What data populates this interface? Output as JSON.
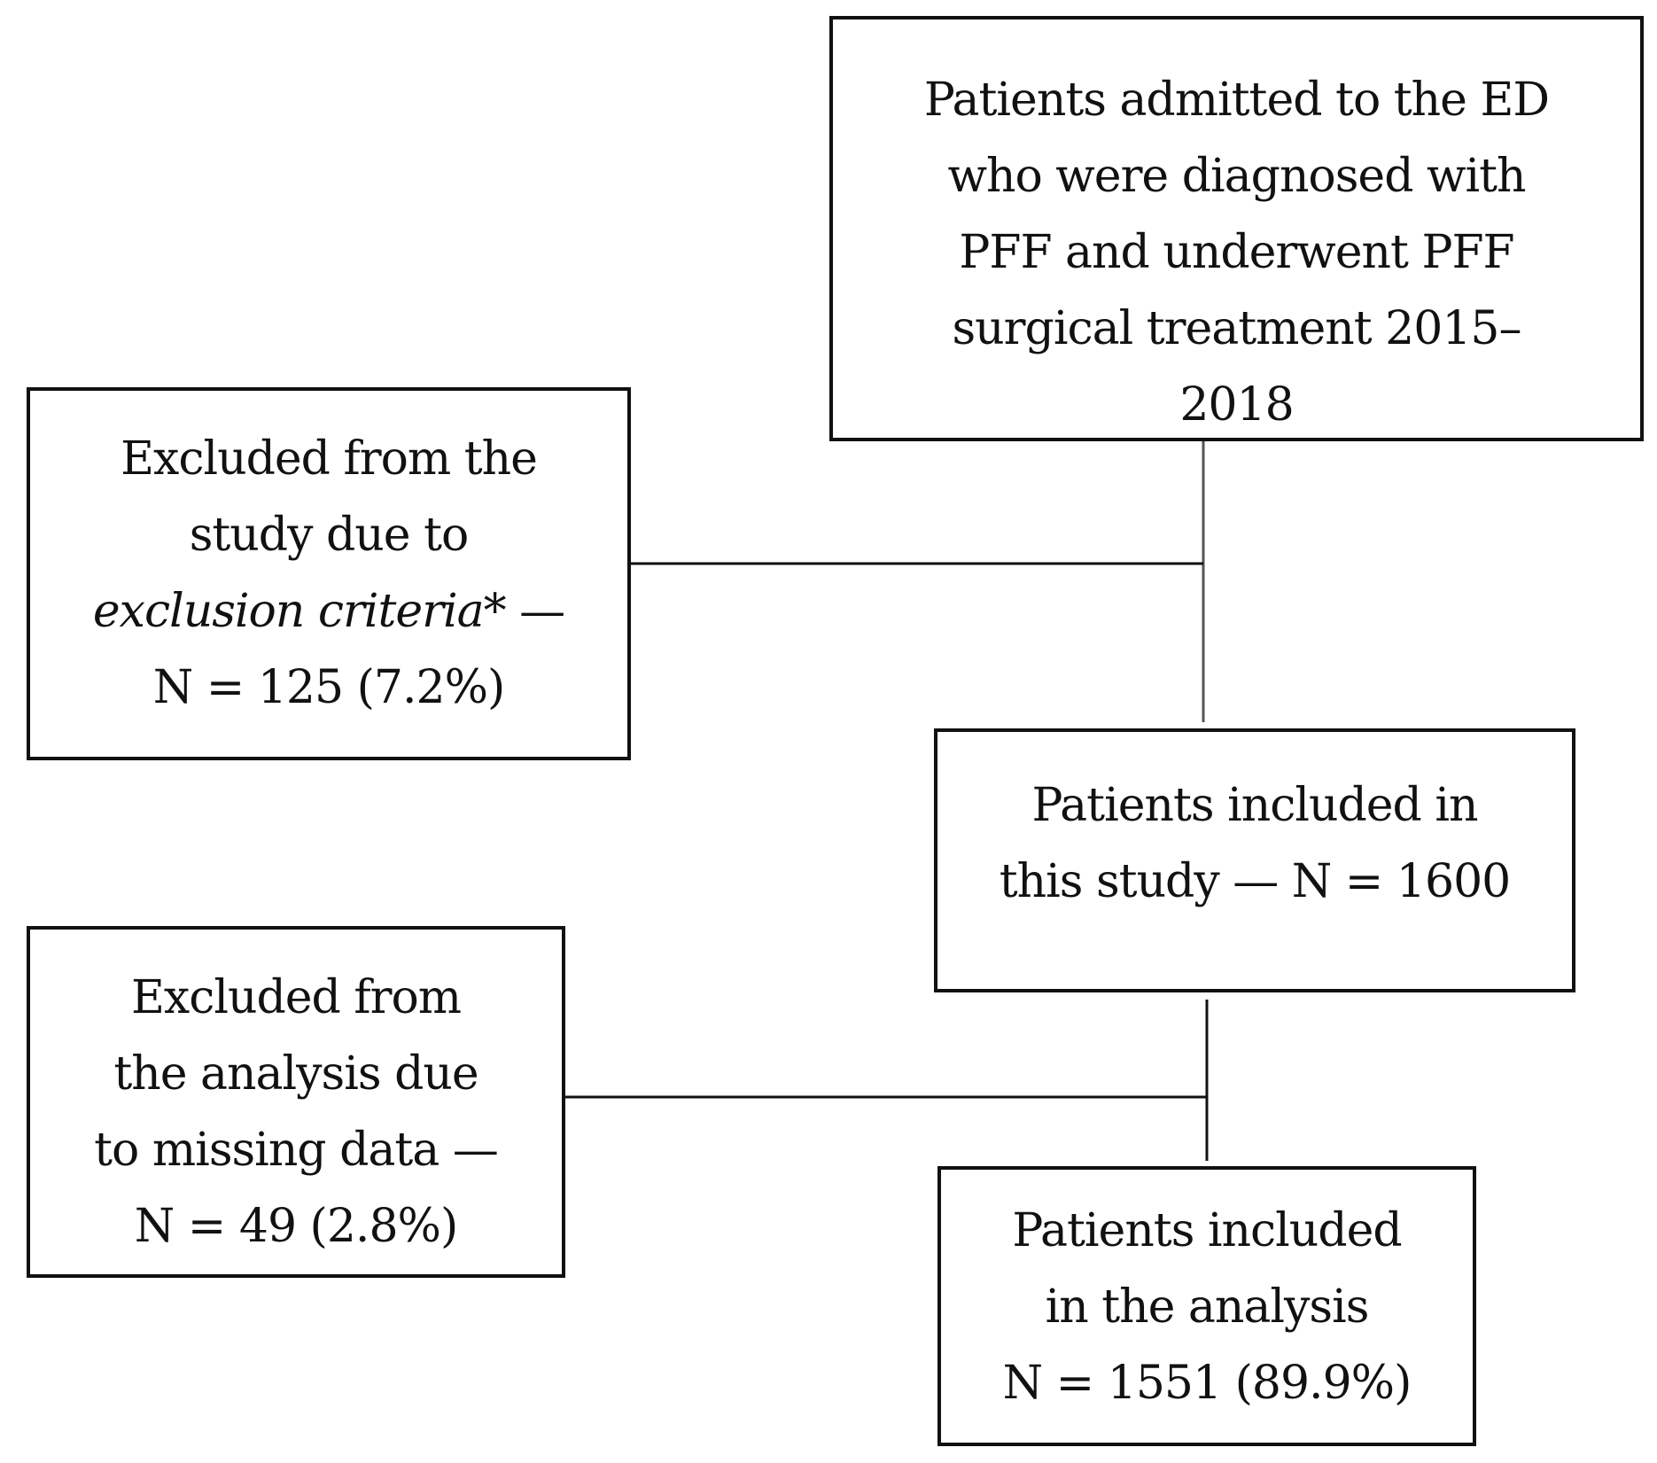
{
  "flowchart": {
    "top_box": {
      "lines": [
        "Patients admitted to the ED",
        "who were diagnosed with",
        "PFF and underwent PFF",
        "surgical treatment 2015–",
        "2018"
      ]
    },
    "exclusion_box": {
      "line1": "Excluded from the",
      "line2": "study due to",
      "line3_italic": "exclusion criteria",
      "line3_suffix": "* —",
      "line4": "N = 125 (7.2%)"
    },
    "included_box": {
      "lines": [
        "Patients included in",
        "this study — N = 1600"
      ]
    },
    "missing_box": {
      "lines": [
        "Excluded from",
        "the analysis due",
        "to missing data —",
        "N = 49 (2.8%)"
      ]
    },
    "analysis_box": {
      "lines": [
        "Patients included",
        "in the analysis",
        "N = 1551 (89.9%)"
      ]
    }
  }
}
